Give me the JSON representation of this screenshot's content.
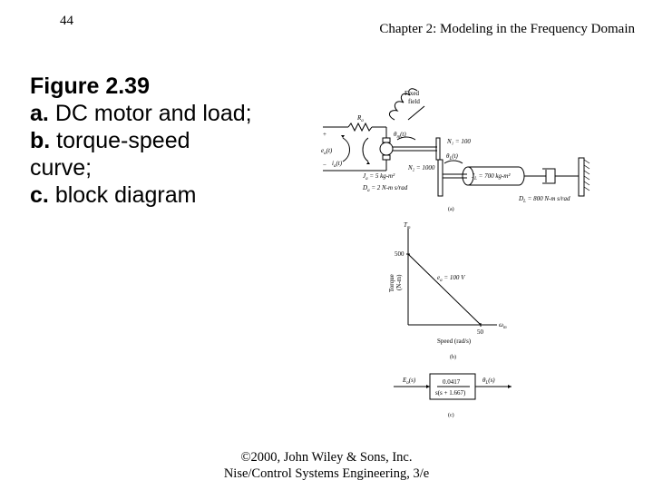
{
  "page_number": "44",
  "chapter_title": "Chapter 2: Modeling in the Frequency Domain",
  "caption": {
    "figure": "Figure 2.39",
    "a_letter": "a.",
    "a_text": "DC motor and load;",
    "b_letter": "b.",
    "b_text": "torque-speed curve;",
    "c_letter": "c.",
    "c_text": "block diagram"
  },
  "diagram_a": {
    "fixed_field": "Fixed",
    "fixed_field_2": "field",
    "resistor": "R",
    "resistor_sub": "a",
    "plus": "+",
    "minus": "−",
    "ea": "e",
    "ea_sub": "a",
    "ea_arg": "(t)",
    "ia": "i",
    "ia_sub": "a",
    "ia_arg": "(t)",
    "theta_m": "θ",
    "theta_m_sub": "m",
    "theta_m_arg": "(t)",
    "theta_l": "θ",
    "theta_l_sub": "L",
    "theta_l_arg": "(t)",
    "n1": "N₁ = 100",
    "n2": "N₂ = 1000",
    "ja": "J",
    "ja_sub": "a",
    "ja_val": " = 5 kg-m²",
    "da": "D",
    "da_sub": "a",
    "da_val": " = 2 N-m s/rad",
    "jl": "J",
    "jl_sub": "L",
    "jl_val": " = 700 kg-m²",
    "dl": "D",
    "dl_sub": "L",
    "dl_val": " = 800 N-m s/rad",
    "label": "(a)"
  },
  "chart_data": {
    "type": "line",
    "ylabel_symbol": "T",
    "ylabel_symbol_sub": "m",
    "ylabel": "Torque",
    "ylabel_unit": "(N-m)",
    "xlabel_symbol": "ω",
    "xlabel_symbol_sub": "m",
    "xlabel": "Speed (rad/s)",
    "annotation": "e",
    "annotation_sub": "a",
    "annotation_val": " = 100 V",
    "y_tick": "500",
    "x_tick": "50",
    "x": [
      0,
      50
    ],
    "y": [
      500,
      0
    ],
    "xlim": [
      0,
      50
    ],
    "ylim": [
      0,
      500
    ],
    "label": "(b)"
  },
  "diagram_c": {
    "input": "E",
    "input_sub": "a",
    "input_arg": "(s)",
    "output": "θ",
    "output_sub": "L",
    "output_arg": "(s)",
    "numerator": "0.0417",
    "denominator": "s(s + 1.667)",
    "label": "(c)"
  },
  "footer": {
    "line1": "©2000, John Wiley & Sons, Inc.",
    "line2": "Nise/Control Systems Engineering, 3/e"
  }
}
